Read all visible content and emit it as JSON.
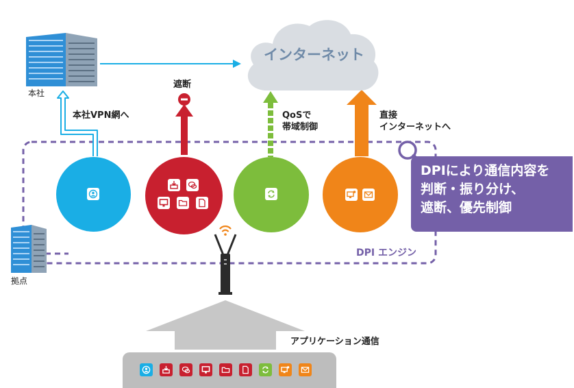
{
  "labels": {
    "honsha": "本社",
    "kyoten": "拠点",
    "internet": "インターネット",
    "shadan": "遮断",
    "vpn": "本社VPN網へ",
    "qos_line1": "QoSで",
    "qos_line2": "帯域制御",
    "direct_line1": "直接",
    "direct_line2": "インターネットへ",
    "dpi_engine": "DPI エンジン",
    "app_traffic": "アプリケーション通信"
  },
  "callout": {
    "lines": [
      "DPIにより通信内容を",
      "判断・振り分け、",
      "遮断、優先制御"
    ]
  },
  "colors": {
    "blue": "#1aaee5",
    "red": "#c8202f",
    "green": "#7dbd3c",
    "orange": "#f08519",
    "purple": "#7460a8",
    "cloud": "#d9dde2",
    "cloud_text": "#6f8aa8",
    "gray_arrow": "#c7c7c7",
    "tray": "#bdbdbd"
  },
  "tray_icons": [
    {
      "icon": "contact-icon",
      "color": "#1aaee5"
    },
    {
      "icon": "inbox-icon",
      "color": "#c8202f"
    },
    {
      "icon": "chat-icon",
      "color": "#c8202f"
    },
    {
      "icon": "monitor-icon",
      "color": "#c8202f"
    },
    {
      "icon": "folder-icon",
      "color": "#c8202f"
    },
    {
      "icon": "document-icon",
      "color": "#c8202f"
    },
    {
      "icon": "sync-icon",
      "color": "#7dbd3c"
    },
    {
      "icon": "remote-desktop-icon",
      "color": "#f08519"
    },
    {
      "icon": "mail-icon",
      "color": "#f08519"
    }
  ]
}
